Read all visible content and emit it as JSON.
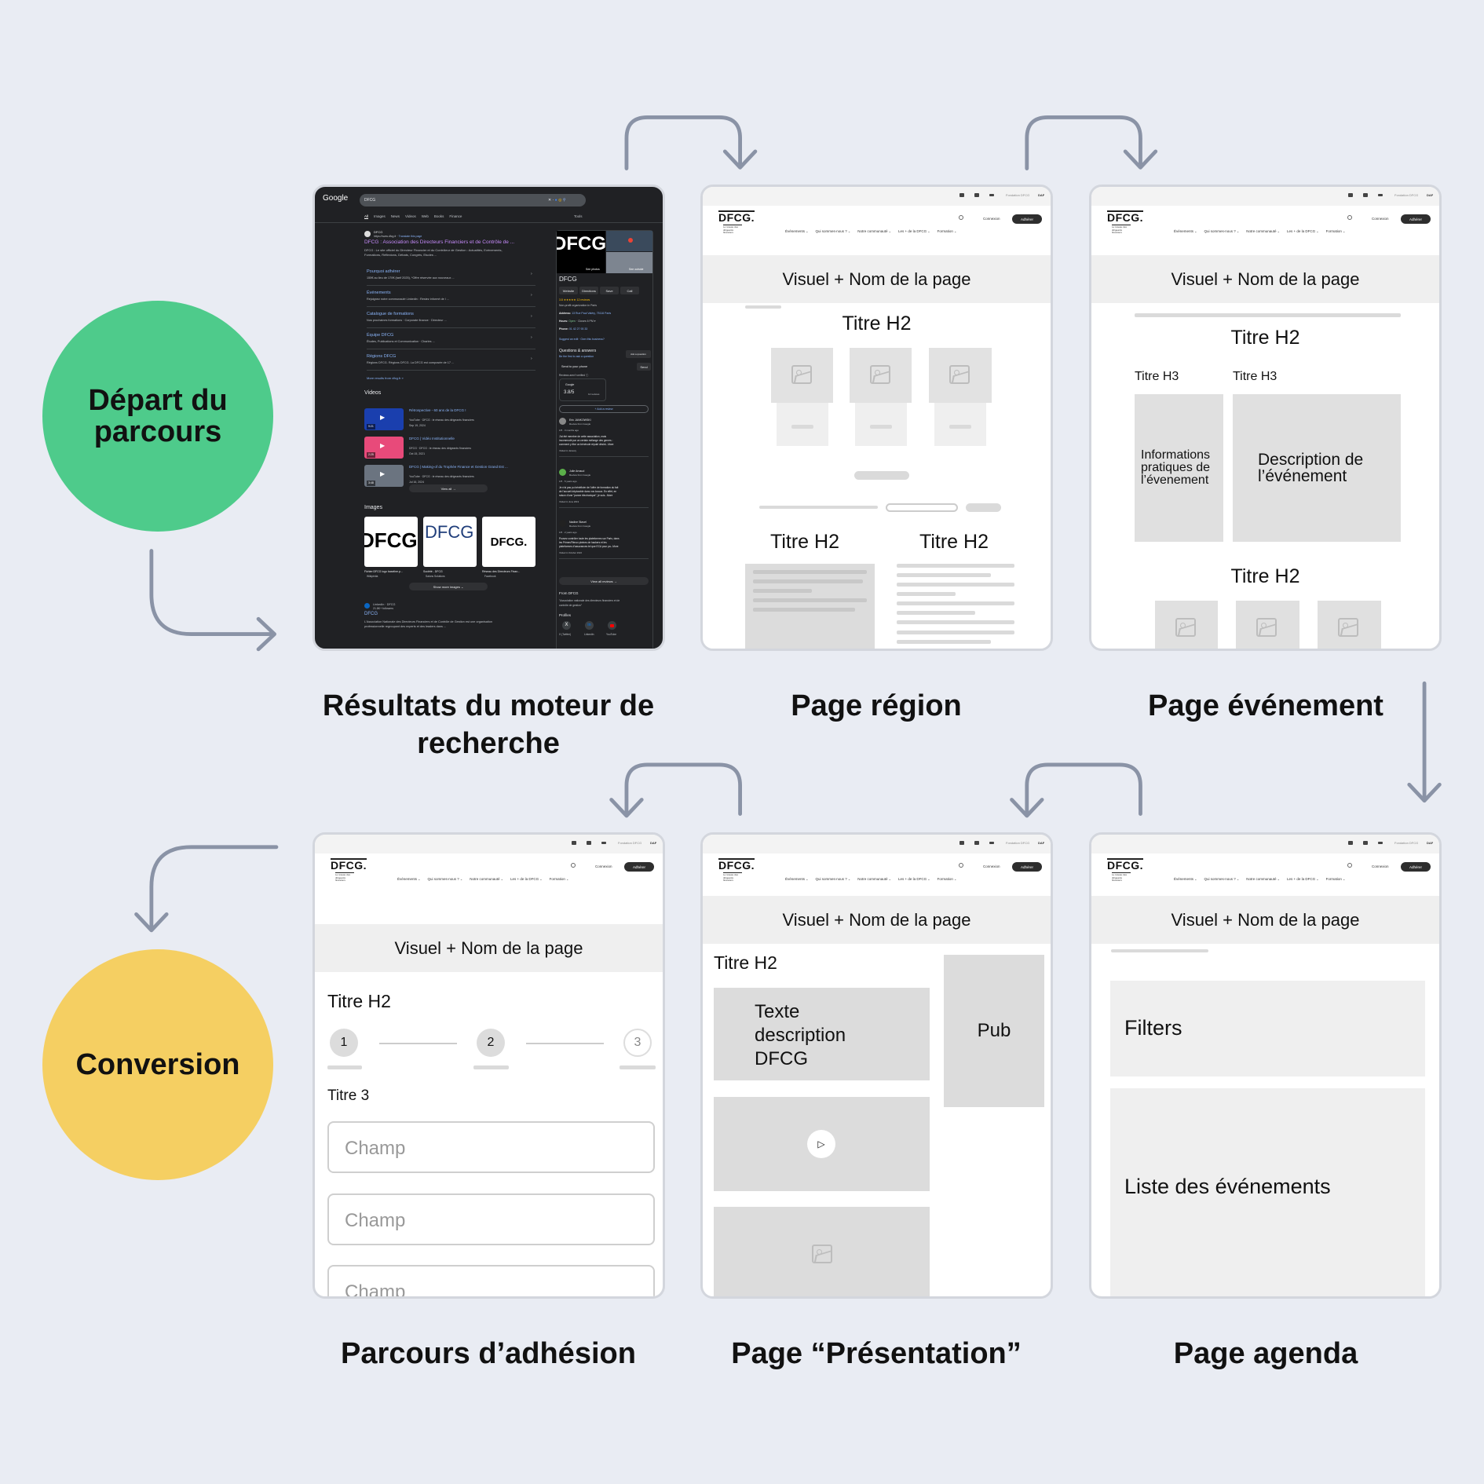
{
  "start": {
    "label": "Départ du parcours",
    "color": "#4ecb8b"
  },
  "conversion": {
    "label": "Conversion",
    "color": "#f5cf62"
  },
  "captions": {
    "serp": "Résultats du moteur de recherche",
    "region": "Page région",
    "event": "Page événement",
    "membership": "Parcours d’adhésion",
    "presentation": "Page “Présentation”",
    "agenda": "Page agenda"
  },
  "site_header": {
    "logo": "DFCG.",
    "tagline": "Le réseau des dirigeants financiers",
    "foundation": "Fondation DFCG",
    "daf": "DAF",
    "nav": [
      "Événements",
      "Qui sommes-nous ?",
      "Notre communauté",
      "Les + de la DFCG",
      "Formation"
    ],
    "login": "Connexion",
    "join": "Adhérer"
  },
  "hero": "Visuel + Nom de la page",
  "region": {
    "h2": "Titre H2",
    "h2_left": "Titre H2",
    "h2_right": "Titre H2"
  },
  "event": {
    "h2": "Titre H2",
    "h3_left": "Titre H3",
    "h3_right": "Titre H3",
    "box_left": "Informations pratiques de l’évenement",
    "box_right": "Description de l’événement",
    "h2_bottom": "Titre H2"
  },
  "membership": {
    "h2": "Titre H2",
    "steps": [
      "1",
      "2",
      "3"
    ],
    "h3": "Titre 3",
    "fields": [
      "Champ",
      "Champ",
      "Champ"
    ]
  },
  "presentation": {
    "h2": "Titre H2",
    "text_box": "Texte description DFCG",
    "ad": "Pub"
  },
  "agenda": {
    "filters": "Filters",
    "list": "Liste des événements"
  },
  "serp": {
    "logo": "Google",
    "query": "DFCG",
    "tabs": [
      "All",
      "Images",
      "News",
      "Videos",
      "Web",
      "Books",
      "Finance"
    ],
    "tools": "Tools",
    "result": {
      "site": "DFCG",
      "url": "https://www.dfcg.fr",
      "translate": "Translate this page",
      "title": "DFCG : Association des Directeurs Financiers et de Contrôle de ...",
      "snippet1": "DFCG : Le site officiel du Directeur Financier et du Contrôleur de Gestion : Actualités, Evénements,",
      "snippet2": "Formations, Réflexions, Débats, Congrès, Etudes ..."
    },
    "sitelinks": [
      {
        "title": "Pourquoi adhérer",
        "desc": "155€ au lieu de 170€ (tarif 2025), *Offre réservée aux nouveaux ..."
      },
      {
        "title": "Événements",
        "desc": "Rejoignez notre communauté Linkedin : Restez informé de l ..."
      },
      {
        "title": "Catalogue de formations",
        "desc": "Nos prochaines formations · Corporate finance · Directeur ..."
      },
      {
        "title": "Équipe DFCG",
        "desc": "Études, Publications et Communication · Charles ..."
      },
      {
        "title": "Régions DFCG",
        "desc": "Régions DFCG. Régions DFCG. La DFCG est composée de 17 ..."
      }
    ],
    "more_results": "More results from dfcg.fr »",
    "videos_heading": "Videos",
    "videos": [
      {
        "title": "Rétrospective - 60 ans de la DFCG !",
        "source": "YouTube · DFCG : le réseau des dirigeants financiers",
        "date": "Sep 19, 2024",
        "duration": "9:21"
      },
      {
        "title": "DFCG | Vidéo Institutionnelle",
        "source": "DFCG · DFCG : le réseau des dirigeants financiers",
        "date": "Oct 15, 2021",
        "duration": "2:25"
      },
      {
        "title": "DFCG | Making-of du Trophée Finance et Gestion Grand Est ...",
        "source": "YouTube · DFCG : le réseau des dirigeants financiers",
        "date": "Jul 16, 2024",
        "duration": "3:48"
      }
    ],
    "view_all": "View all →",
    "images_heading": "Images",
    "images": [
      {
        "caption": "Fichier:DFCG logo baseline.p...",
        "source": "Wikipédia"
      },
      {
        "caption": "Société - DFCG",
        "source": "Salons Solutions"
      },
      {
        "caption": "Réseau des Directeurs Finan...",
        "source": "Facebook"
      }
    ],
    "show_more_images": "Show more images ⌄",
    "linkedin": {
      "site": "LinkedIn · DFCG",
      "followers": "21.8K+ followers",
      "title": "DFCG",
      "snippet1": "L'Association Nationale des Directeurs Financiers et de Contrôle de Gestion est une organisation",
      "snippet2": "professionnelle regroupant des experts et des leaders dans ..."
    },
    "kp": {
      "see_photos": "See photos",
      "see_outside": "See outside",
      "name": "DFCG",
      "buttons": [
        "Website",
        "Directions",
        "Save",
        "Call"
      ],
      "rating_line": "3.8 ★★★★★ 12 reviews",
      "type": "Non-profit organization in Paris",
      "address_label": "Address:",
      "address": "13 Rue Paul Valéry, 75116 Paris",
      "hours_label": "Hours:",
      "hours_open": "Open",
      "hours_close": "· Closes 6 PM ▾",
      "phone_label": "Phone:",
      "phone": "01 42 27 93 33",
      "suggest": "Suggest an edit · Own this business?",
      "qa_title": "Questions & answers",
      "qa_sub": "Be the first to ask a question",
      "ask": "Ask a question",
      "send_phone": "Send to your phone",
      "send": "Send",
      "reviews_note": "Reviews aren't verified ⓘ",
      "google_label": "Google",
      "score": "3.8/5",
      "review_count": "12 reviews",
      "add_review": "+ Add a review",
      "reviews": [
        {
          "name": "Eric JANKOWSKI",
          "meta": "1/5 · 3 months ago",
          "text1": "J'ai été membre de cette association, mais",
          "text2": "incommodé par un certain mélange des genres :",
          "text3": "comment y être un bénévole réputé désint...More",
          "visited": "Visited in January"
        },
        {
          "name": "Julie Arnaud",
          "meta": "1/5 · 5 years ago",
          "text1": "Je n'ai pas pu bénéficier de l'offre de formation du fait",
          "text2": "de l'accueil déplorable dans vos locaux. En effet, en",
          "text3": "raison d'une \"panne électronique\", je suis...More",
          "visited": "Visited in June 2019"
        },
        {
          "name": "Nadine Stavel",
          "meta": "1/5 · 2 years ago",
          "text1": "Pouvez contrôler toute les plateformes sur Paris, dans",
          "text2": "les Primes'Rénov pleines de hackers et les",
          "text3": "plateformes d'assurances tel que ECA pour pa...More",
          "visited": "Visited in October 2022"
        }
      ],
      "review_from": "Review from Google",
      "view_all_reviews": "View all reviews →",
      "from_title": "From DFCG",
      "from_text1": "\"Association nationale des directeurs financiers et de",
      "from_text2": "contrôle de gestion\"",
      "profiles_title": "Profiles",
      "profiles": [
        "X (Twitter)",
        "LinkedIn",
        "YouTube"
      ]
    }
  },
  "arrow_color": "#8a93a6"
}
